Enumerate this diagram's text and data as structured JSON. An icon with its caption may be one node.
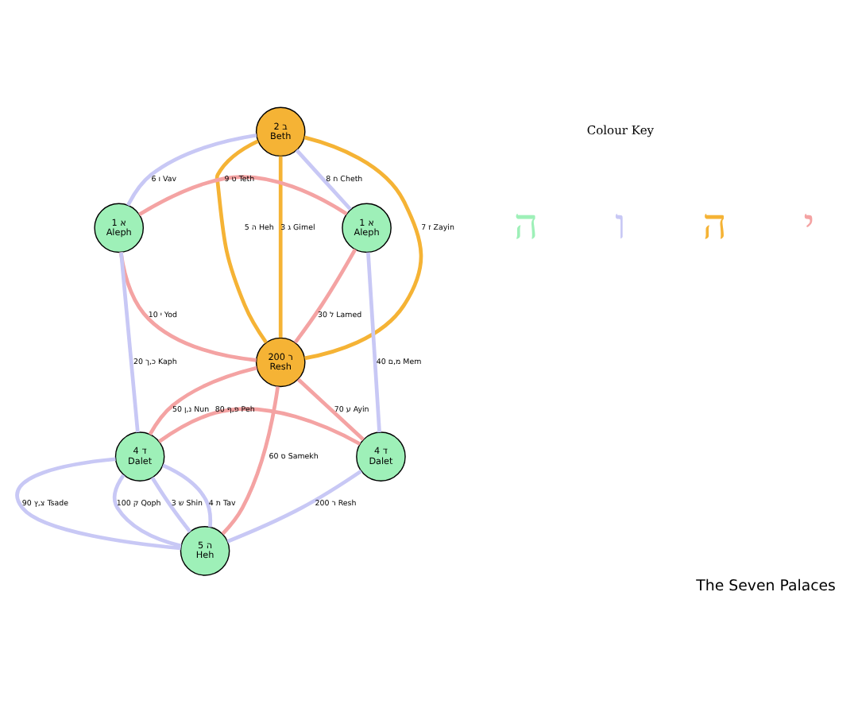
{
  "diagram": {
    "title": "The Seven Palaces",
    "nodes": [
      {
        "text": [
          "2 ב",
          "Beth"
        ]
      },
      {
        "text": [
          "1 א",
          "Aleph"
        ]
      },
      {
        "text": [
          "1 א",
          "Aleph"
        ]
      },
      {
        "text": [
          "200 ר",
          "Resh"
        ]
      },
      {
        "text": [
          "4 ד",
          "Dalet"
        ]
      },
      {
        "text": [
          "4 ד",
          "Dalet"
        ]
      },
      {
        "text": [
          "5 ה",
          "Heh"
        ]
      }
    ],
    "edges": [
      {
        "from": 0,
        "to": 1,
        "arrow": "none",
        "label": "8 ח Cheth"
      },
      {
        "from": 0,
        "to": 2,
        "arrow": "none",
        "label": "6 ו Vav"
      },
      {
        "from": 0,
        "to": 3,
        "arrow": "none",
        "label": "3 ג Gimel",
        "color": "#f5b335"
      },
      {
        "from": 0,
        "to": 3,
        "arrow": "none",
        "label": "5 ה Heh",
        "color": "#f5b335"
      },
      {
        "from": 0,
        "to": 3,
        "arrow": "none",
        "label": "7 ז Zayin",
        "color": "#f5b335"
      },
      {
        "from": 1,
        "to": 2,
        "arrow": "none",
        "label": "9 ט Teth",
        "color": "#f4a3a3"
      },
      {
        "from": 1,
        "to": 3,
        "arrow": "none",
        "label": "30 ל Lamed",
        "color": "#f4a3a3"
      },
      {
        "from": 2,
        "to": 3,
        "arrow": "none",
        "label": "10 י Yod",
        "color": "#f4a3a3"
      },
      {
        "from": 1,
        "to": 4,
        "arrow": "none",
        "label": "40 מ,ם Mem"
      },
      {
        "from": 2,
        "to": 5,
        "arrow": "none",
        "label": "20 כ,ך Kaph"
      },
      {
        "from": 3,
        "to": 4,
        "arrow": "none",
        "label": "70 ע Ayin",
        "color": "#f4a3a3"
      },
      {
        "from": 3,
        "to": 5,
        "arrow": "none",
        "label": "50 נ,ן Nun",
        "color": "#f4a3a3"
      },
      {
        "from": 4,
        "to": 5,
        "arrow": "none",
        "label": "80 פ,ף Peh",
        "color": "#f4a3a3"
      },
      {
        "from": 3,
        "to": 6,
        "arrow": "none",
        "label": "60 ס Samekh",
        "color": "#f4a3a3"
      },
      {
        "from": 4,
        "to": 6,
        "arrow": "none",
        "label": "200 ר Resh"
      },
      {
        "from": 5,
        "to": 6,
        "arrow": "none",
        "label": "3 ש Shin"
      },
      {
        "from": 5,
        "to": 6,
        "arrow": "none",
        "label": "4 ת Tav"
      },
      {
        "from": 5,
        "to": 6,
        "arrow": "none",
        "label": "90 צ,ץ Tsade"
      },
      {
        "from": 5,
        "to": 6,
        "arrow": "none",
        "label": "100 ק Qoph"
      }
    ],
    "labels": [
      "Colour Key"
    ],
    "legend": [
      {
        "text": "י",
        "color": "#f4a3a3"
      },
      {
        "text": "ה",
        "color": "#f5b335"
      },
      {
        "text": "ו",
        "color": "#c8c8f5"
      },
      {
        "text": "ה",
        "color": "#9ef0b8"
      }
    ]
  }
}
